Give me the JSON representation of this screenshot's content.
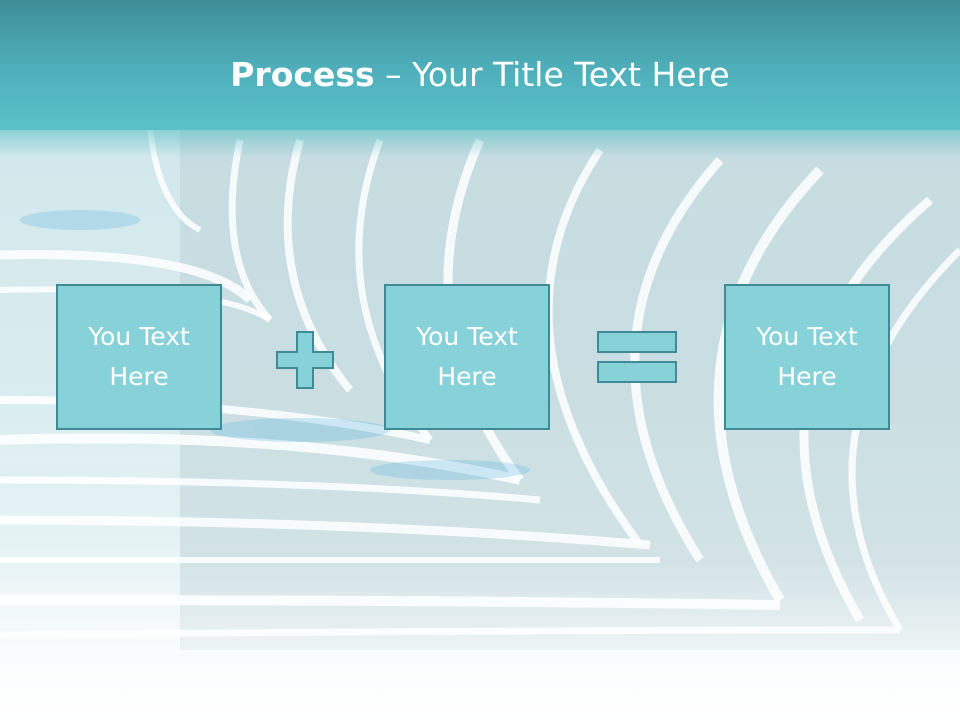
{
  "slide": {
    "title_bold": "Process",
    "title_dash": " – ",
    "title_rest": "Your Title Text Here",
    "accent_color": "#4fb0bb",
    "box_fill": "#87d1d9",
    "box_border": "#3f8a94"
  },
  "process": {
    "boxes": [
      {
        "text": "You Text Here"
      },
      {
        "text": "You Text Here"
      },
      {
        "text": "You Text Here"
      }
    ],
    "operators": [
      {
        "icon": "plus-icon"
      },
      {
        "icon": "equals-icon"
      }
    ]
  },
  "background": {
    "description_icon": "open-books-image"
  }
}
